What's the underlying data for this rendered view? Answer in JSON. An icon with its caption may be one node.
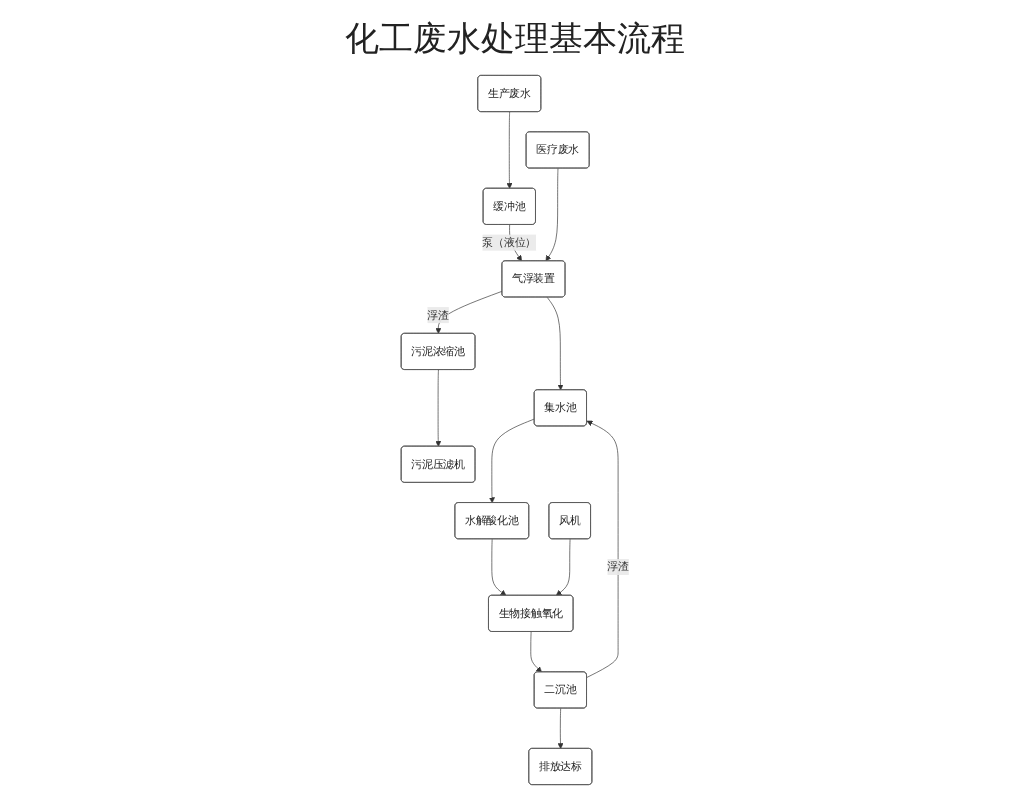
{
  "diagram": {
    "title": "化工废水处理基本流程",
    "nodes": [
      {
        "text": [
          "生产废水"
        ]
      },
      {
        "text": [
          "缓冲池"
        ]
      },
      {
        "text": [
          "医疗废水"
        ]
      },
      {
        "text": [
          "气浮装置"
        ]
      },
      {
        "text": [
          "污泥浓缩池"
        ]
      },
      {
        "text": [
          "集水池"
        ]
      },
      {
        "text": [
          "污泥压滤机"
        ]
      },
      {
        "text": [
          "水解酸化池"
        ]
      },
      {
        "text": [
          "生物接触氧化"
        ]
      },
      {
        "text": [
          "风机"
        ]
      },
      {
        "text": [
          "二沉池"
        ]
      },
      {
        "text": [
          "排放达标"
        ]
      }
    ],
    "edges": [
      {
        "from": 0,
        "to": 1,
        "arrow": "to"
      },
      {
        "from": 1,
        "to": 3,
        "arrow": "to",
        "label": "泵（液位）"
      },
      {
        "from": 2,
        "to": 3,
        "arrow": "to"
      },
      {
        "from": 3,
        "to": 4,
        "arrow": "to",
        "label": "浮渣"
      },
      {
        "from": 3,
        "to": 5,
        "arrow": "to"
      },
      {
        "from": 4,
        "to": 6,
        "arrow": "to"
      },
      {
        "from": 5,
        "to": 7,
        "arrow": "to"
      },
      {
        "from": 7,
        "to": 8,
        "arrow": "to"
      },
      {
        "from": 9,
        "to": 8,
        "arrow": "to"
      },
      {
        "from": 8,
        "to": 10,
        "arrow": "to"
      },
      {
        "from": 10,
        "to": 5,
        "arrow": "to",
        "label": "浮渣"
      },
      {
        "from": 10,
        "to": 11,
        "arrow": "to"
      }
    ]
  }
}
